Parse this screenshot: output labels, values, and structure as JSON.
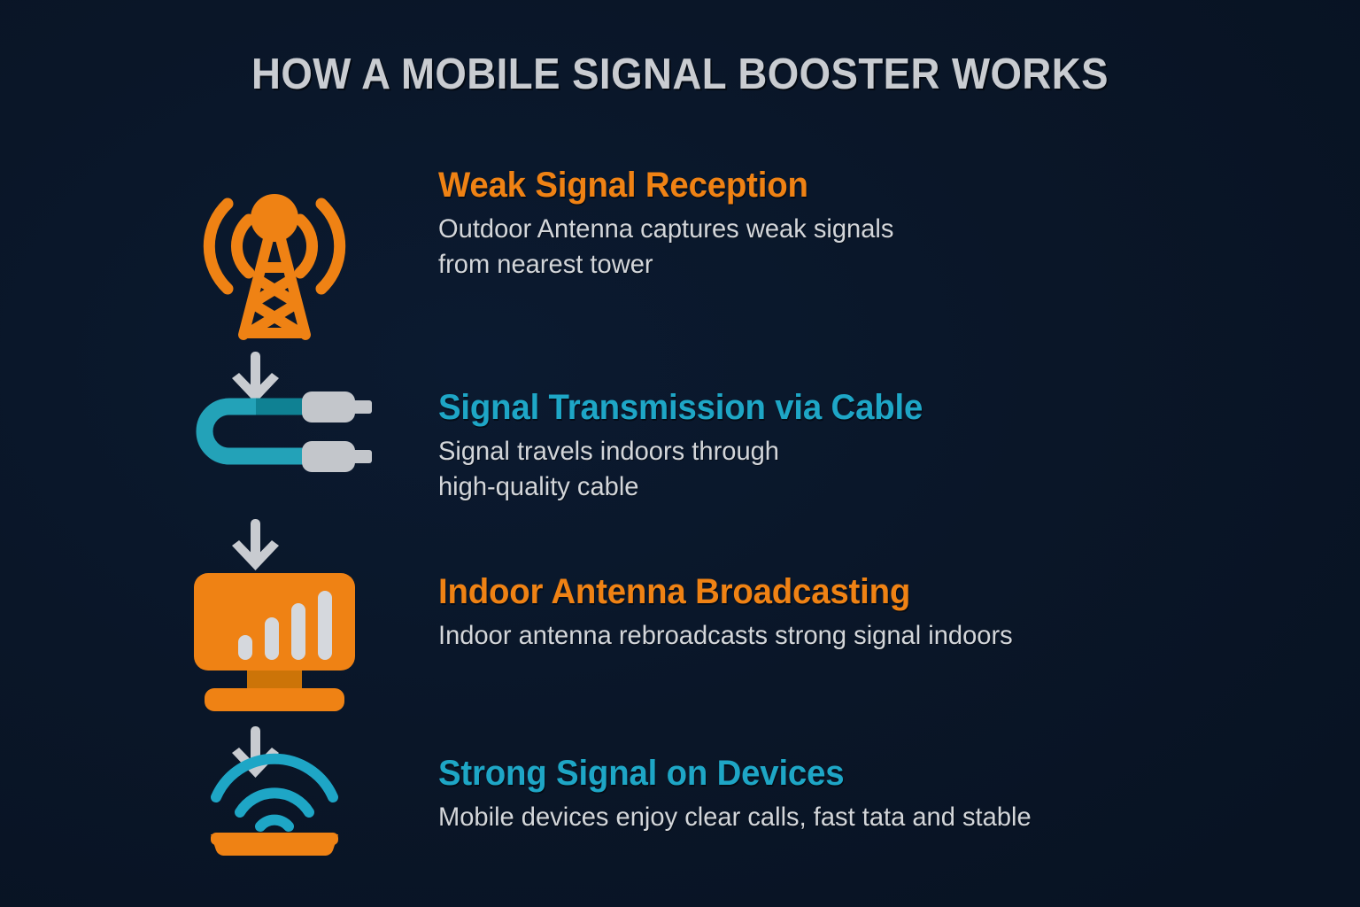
{
  "page": {
    "title": "HOW A MOBILE SIGNAL BOOSTER WORKS",
    "background_color": "#0a1628"
  },
  "colors": {
    "orange": "#ef8214",
    "orange_dark": "#cc7408",
    "cyan": "#1ea6c6",
    "cyan_cable": "#23a2b8",
    "cyan_cable_dark": "#0f8193",
    "gray_text": "#d3d6da",
    "title_gray": "#c9ccd1",
    "connector_gray": "#c3c6cb",
    "arrow_gray": "#c8cbd0",
    "background": "#0a1628"
  },
  "steps": [
    {
      "index": "1",
      "icon": "cell-tower-icon",
      "icon_color": "#ef8214",
      "title": "Weak Signal Reception",
      "title_color": "orange",
      "description": "Outdoor Antenna captures weak signals\nfrom nearest tower"
    },
    {
      "index": "2",
      "icon": "coaxial-cable-icon",
      "icon_color": "#23a2b8",
      "title": "Signal Transmission via Cable",
      "title_color": "cyan",
      "description": "Signal travels indoors through\nhigh-quality cable"
    },
    {
      "index": "3",
      "icon": "indoor-antenna-router-icon",
      "icon_color": "#ef8214",
      "title": "Indoor Antenna Broadcasting",
      "title_color": "orange",
      "description": "Indoor antenna rebroadcasts strong signal indoors"
    },
    {
      "index": "4",
      "icon": "wifi-device-signal-icon",
      "icon_color": "#1ea6c6",
      "title": "Strong Signal on Devices",
      "title_color": "cyan",
      "description": "Mobile devices enjoy clear calls, fast tata and stable"
    }
  ],
  "arrows": [
    {
      "name": "arrow-tower-to-cable",
      "direction": "down"
    },
    {
      "name": "arrow-cable-to-router",
      "direction": "down"
    },
    {
      "name": "arrow-router-to-device",
      "direction": "down"
    }
  ]
}
